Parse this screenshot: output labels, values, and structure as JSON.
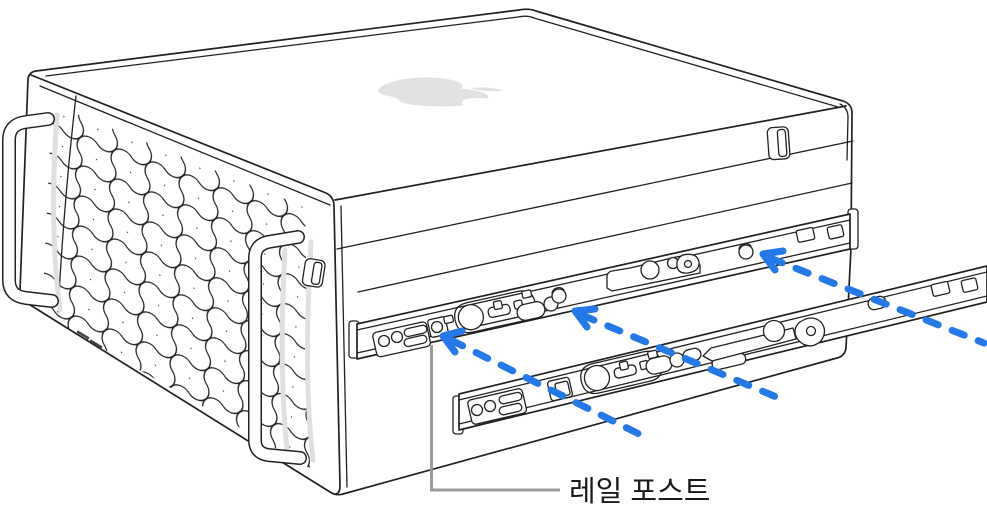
{
  "figure": {
    "background": "#ffffff",
    "description": "Line-art illustration of a Mac Pro with one slide rail attached to its side and a second rail aligned for installation, with blue dashed arrows showing the mounting direction",
    "callout": {
      "label": "레일 포스트",
      "font_size": 29
    },
    "palette": {
      "line": "#222222",
      "soft-line": "#e0e0e0",
      "lock-orange": "#F2994E",
      "arrow-blue": "#2478E8",
      "leader-gray": "#9b9b9b",
      "logo-gray": "#E2E2E2",
      "text": "#1a1a1a"
    }
  }
}
